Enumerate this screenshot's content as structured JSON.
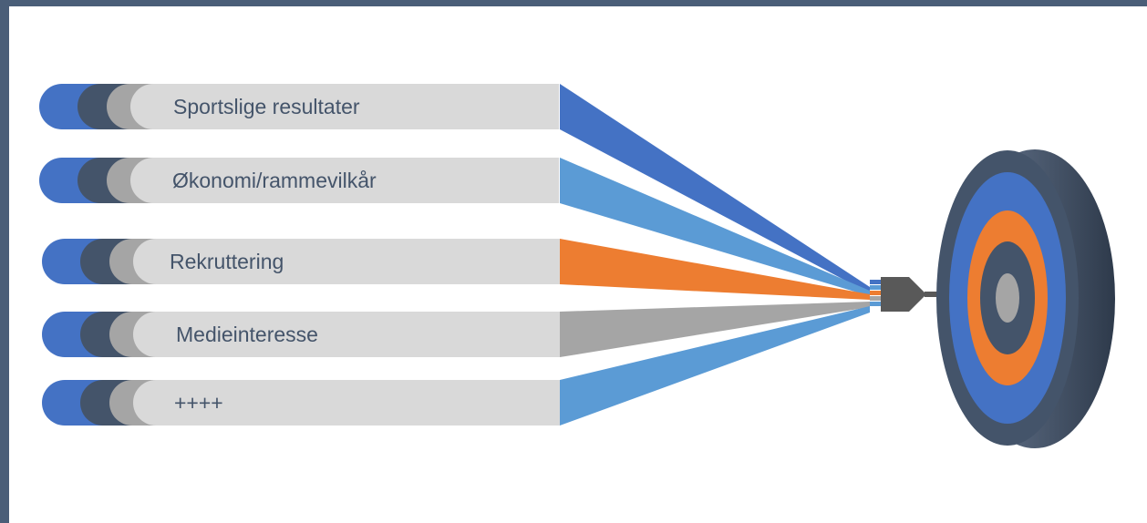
{
  "items": [
    {
      "label": "Sportslige resultater",
      "color": "#4472c4"
    },
    {
      "label": "Økonomi/rammevilkår",
      "color": "#5b9bd5"
    },
    {
      "label": "Rekruttering",
      "color": "#ed7d31"
    },
    {
      "label": "Medieinteresse",
      "color": "#a5a5a5"
    },
    {
      "label": "++++",
      "color": "#5b9bd5"
    }
  ],
  "colors": {
    "frame": "#4a5e78",
    "cap_primary": "#4472c4",
    "cap_dark": "#44546a",
    "cap_gray": "#a5a5a5",
    "bar": "#d9d9d9",
    "text": "#44546a",
    "target_outer": "#44546a",
    "target_blue": "#4472c4",
    "target_orange": "#ed7d31",
    "target_center": "#a5a5a5"
  }
}
